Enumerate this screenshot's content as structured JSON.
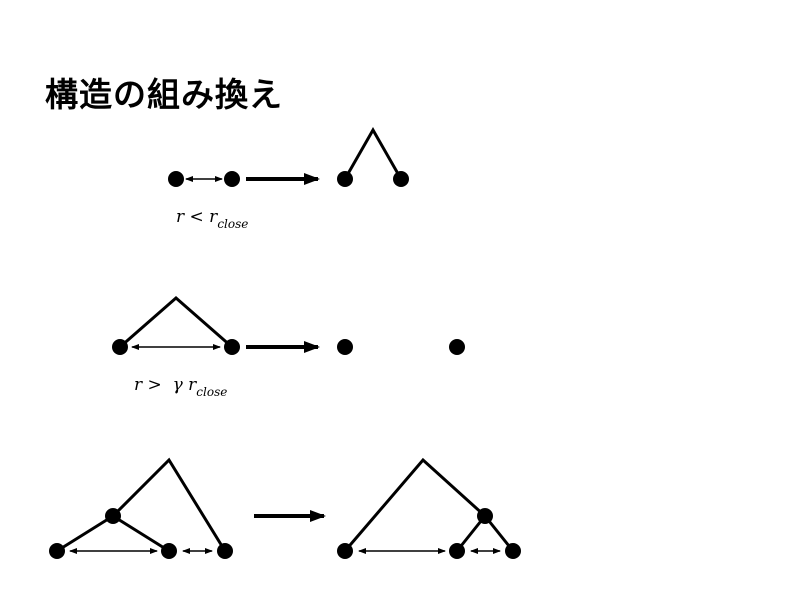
{
  "slide": {
    "title": "構造の組み換え",
    "rule1": {
      "lhs": "r < r",
      "sub": "close"
    },
    "rule2": {
      "lhs": "r >  γ r",
      "sub": "close"
    }
  },
  "colors": {
    "ink": "#000000",
    "background": "#ffffff"
  }
}
